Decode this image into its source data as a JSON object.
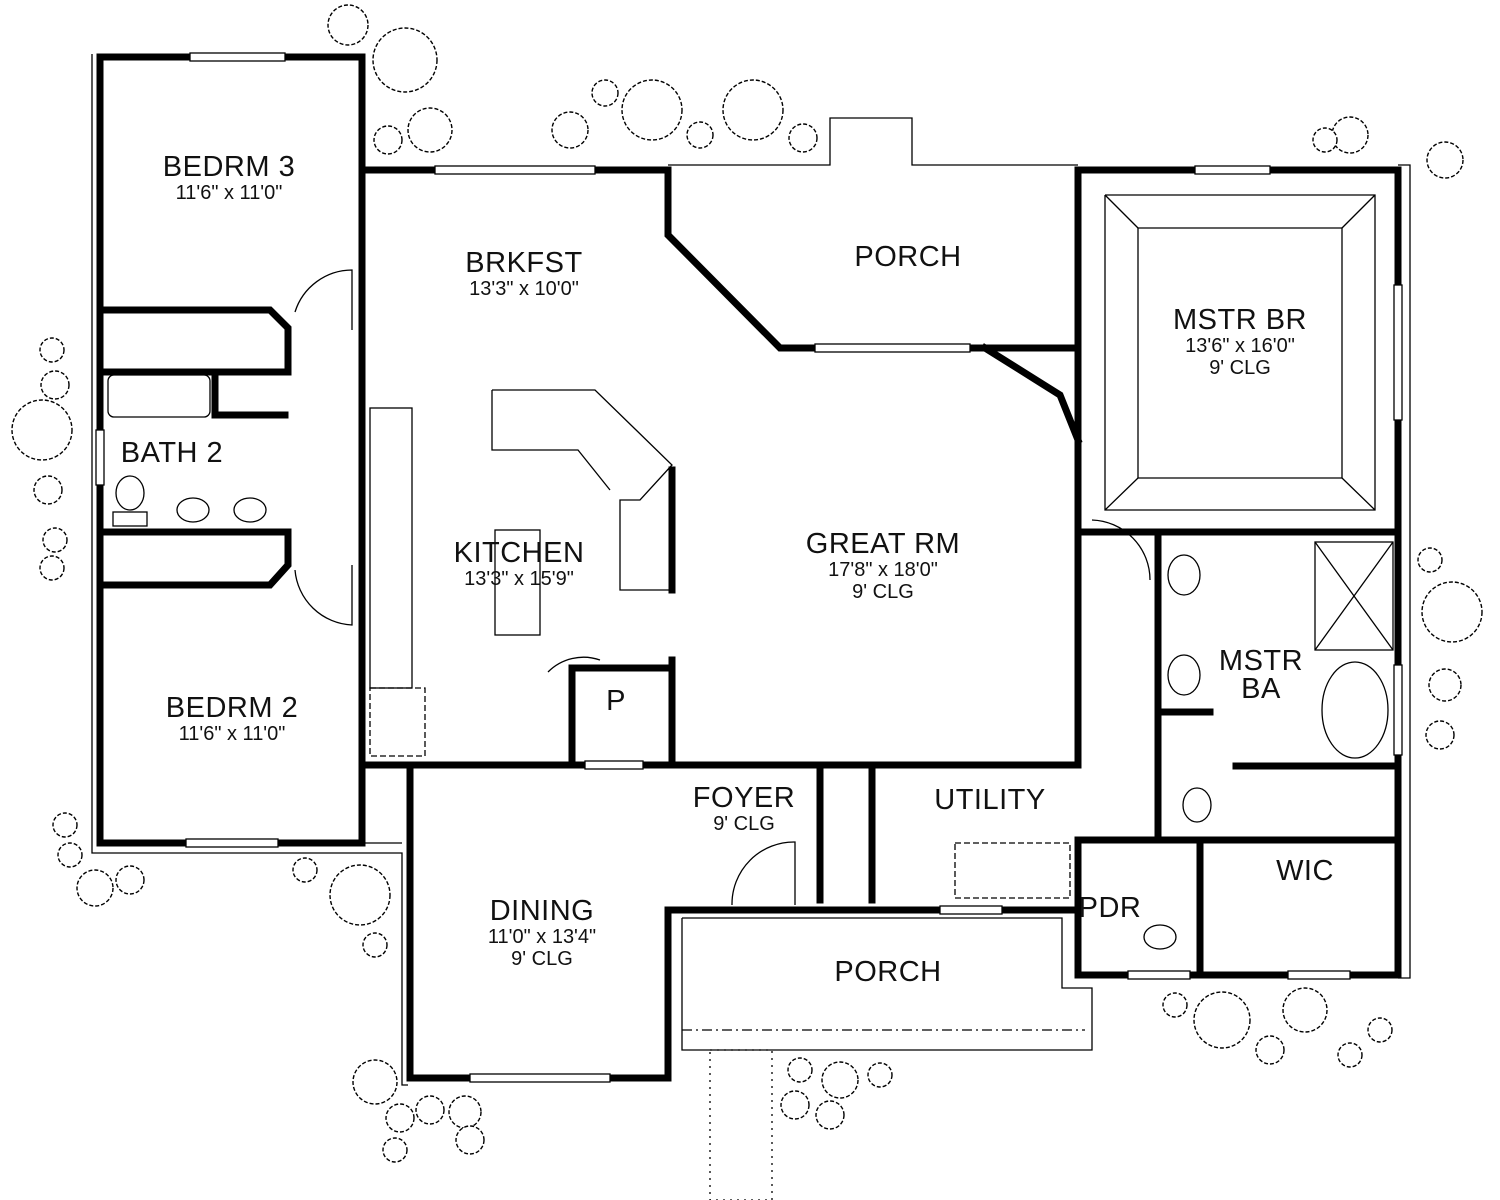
{
  "rooms": [
    {
      "name": "BEDRM 3",
      "dims": "11'6\" x 11'0\"",
      "clg": ""
    },
    {
      "name": "BRKFST",
      "dims": "13'3\" x 10'0\"",
      "clg": ""
    },
    {
      "name": "PORCH",
      "dims": "",
      "clg": ""
    },
    {
      "name": "MSTR BR",
      "dims": "13'6\" x 16'0\"",
      "clg": "9' CLG"
    },
    {
      "name": "BATH 2",
      "dims": "",
      "clg": ""
    },
    {
      "name": "KITCHEN",
      "dims": "13'3\" x 15'9\"",
      "clg": ""
    },
    {
      "name": "GREAT RM",
      "dims": "17'8\" x 18'0\"",
      "clg": "9' CLG"
    },
    {
      "name": "MSTR BA",
      "dims": "",
      "clg": ""
    },
    {
      "name": "BEDRM 2",
      "dims": "11'6\" x 11'0\"",
      "clg": ""
    },
    {
      "name": "P",
      "dims": "",
      "clg": ""
    },
    {
      "name": "FOYER",
      "dims": "9' CLG",
      "clg": ""
    },
    {
      "name": "UTILITY",
      "dims": "",
      "clg": ""
    },
    {
      "name": "WIC",
      "dims": "",
      "clg": ""
    },
    {
      "name": "PDR",
      "dims": "",
      "clg": ""
    },
    {
      "name": "DINING",
      "dims": "11'0\" x 13'4\"",
      "clg": "9' CLG"
    },
    {
      "name": "PORCH",
      "dims": "",
      "clg": ""
    }
  ],
  "colors": {
    "walls": "#000000",
    "background": "#ffffff"
  }
}
